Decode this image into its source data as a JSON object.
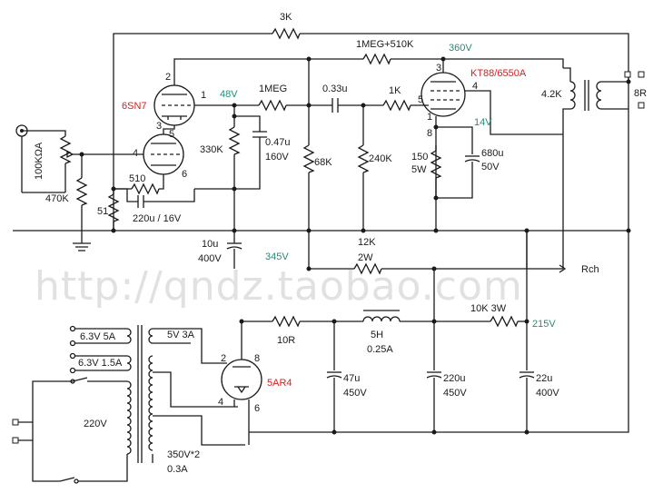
{
  "watermark": "http://qndz.taobao.com",
  "tubes": {
    "driver": "6SN7",
    "output": "KT88/6550A",
    "rectifier": "5AR4"
  },
  "pins": {
    "d2": "2",
    "d1": "1",
    "d3": "3",
    "d5": "5",
    "d4": "4",
    "d6": "6",
    "o3": "3",
    "o4": "4",
    "o5": "5",
    "o1": "1",
    "o8": "8",
    "r2": "2",
    "r8": "8",
    "r4": "4",
    "r6": "6"
  },
  "voltages": {
    "v48": "48V",
    "v360": "360V",
    "v14": "14V",
    "v345": "345V",
    "v215": "215V"
  },
  "components": {
    "r3k": "3K",
    "r1meg510": "1MEG+510K",
    "r1meg": "1MEG",
    "c033": "0.33u",
    "r1k": "1K",
    "trans_primary": "4.2K",
    "speaker": "8R",
    "pot": "100KΩA",
    "r470k": "470K",
    "r330k": "330K",
    "c047": "0.47u",
    "c047v": "160V",
    "r68k": "68K",
    "r240k": "240K",
    "r150": "150",
    "r150w": "5W",
    "c680": "680u",
    "c680v": "50V",
    "r510": "510",
    "r51": "51",
    "c220": "220u / 16V",
    "c10u": "10u",
    "c10v": "400V",
    "r12k": "12K",
    "r12kw": "2W",
    "rch": "Rch",
    "r10kw": "10K  3W",
    "h6a": "6.3V  5A",
    "h6b": "6.3V  1.5A",
    "h5v": "5V 3A",
    "mains": "220V",
    "hv": "350V*2",
    "hva": "0.3A",
    "r10r": "10R",
    "choke": "5H",
    "chokea": "0.25A",
    "c47": "47u",
    "c47v": "450V",
    "c220b": "220u",
    "c220bv": "450V",
    "c22": "22u",
    "c22v": "400V"
  }
}
